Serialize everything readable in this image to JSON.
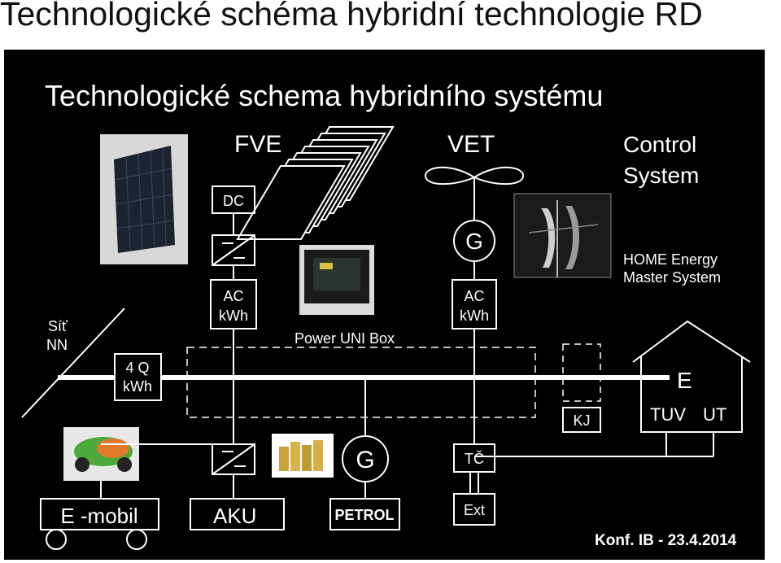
{
  "page": {
    "title": "Technologické schéma hybridní technologie RD"
  },
  "slide": {
    "heading": "Technologické schema hybridního systému",
    "fve": "FVE",
    "vet": "VET",
    "control_line1": "Control",
    "control_line2": "System",
    "home_energy_line1": "HOME Energy",
    "home_energy_line2": "Master System",
    "dc": "DC",
    "ac_left_line1": "AC",
    "ac_left_line2": "kWh",
    "ac_right_line1": "AC",
    "ac_right_line2": "kWh",
    "generator_top": "G",
    "generator_bottom": "G",
    "power_box": "Power UNI Box",
    "grid_line1": "Síť",
    "grid_line2": "NN",
    "meter_line1": "4 Q",
    "meter_line2": "kWh",
    "e_label": "E",
    "tuv": "TUV",
    "ut": "UT",
    "kj": "KJ",
    "tc": "TČ",
    "ext": "Ext",
    "emobil": "E -mobil",
    "aku": "AKU",
    "petrol": "PETROL",
    "conference": "Konf. IB - 23.4.2014"
  },
  "colors": {
    "background": "#000000",
    "lines": "#ffffff",
    "title_text": "#111111"
  }
}
